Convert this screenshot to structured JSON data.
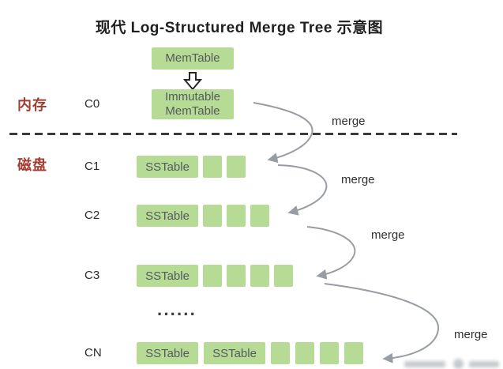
{
  "title": "现代 Log-Structured Merge Tree 示意图",
  "colors": {
    "box_green": "#b6db94",
    "box_text": "#555a5f",
    "zone_label_red": "#a33d32",
    "arrow_gray": "#989da3",
    "divider_dark": "#3a3a3a"
  },
  "memory_section": {
    "zone_label": "内存",
    "level_label": "C0",
    "memtable": "MemTable",
    "immutable_line1": "Immutable",
    "immutable_line2": "MemTable"
  },
  "disk_section": {
    "zone_label": "磁盘",
    "ellipsis": "······",
    "rows": [
      {
        "level": "C1",
        "boxes": [
          "SSTable"
        ],
        "squares": 2
      },
      {
        "level": "C2",
        "boxes": [
          "SSTable"
        ],
        "squares": 3
      },
      {
        "level": "C3",
        "boxes": [
          "SSTable"
        ],
        "squares": 4
      },
      {
        "level": "CN",
        "boxes": [
          "SSTable",
          "SSTable"
        ],
        "squares": 4
      }
    ]
  },
  "merge_labels": [
    "merge",
    "merge",
    "merge",
    "merge"
  ],
  "icons": {
    "flush_arrow": "hollow-down-arrow",
    "merge_arrow": "curved-gray-arrow"
  }
}
